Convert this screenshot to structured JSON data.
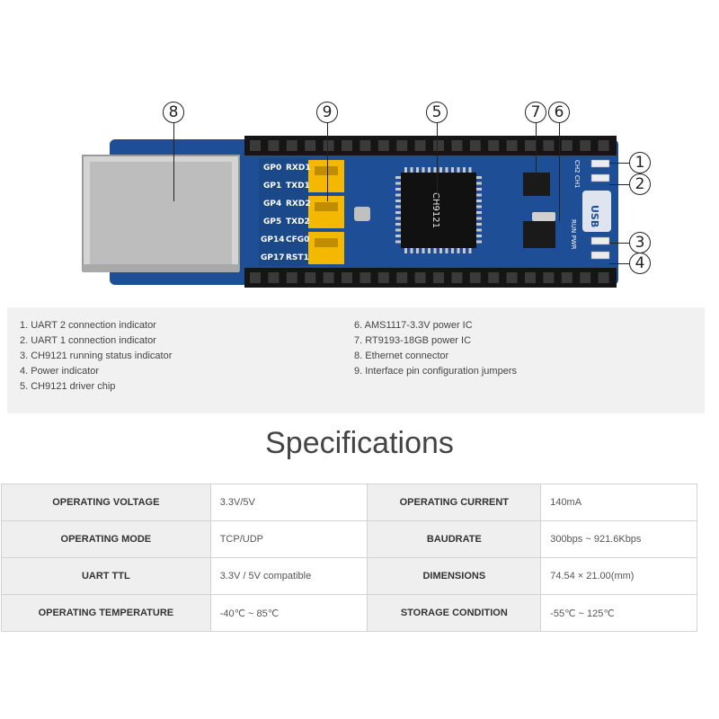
{
  "board": {
    "pin_labels": [
      "GP0",
      "GP1",
      "GP4",
      "GP5",
      "GP14",
      "GP17"
    ],
    "signal_labels": [
      "RXD1",
      "TXD1",
      "RXD2",
      "TXD2",
      "CFG0",
      "RST1"
    ],
    "chip_label": "CH9121",
    "usb_label": "USB",
    "run_pwr_label": "RUN PWR",
    "ch_label": "CH2 CH1"
  },
  "callouts": [
    "8",
    "9",
    "5",
    "7",
    "6",
    "1",
    "2",
    "3",
    "4"
  ],
  "legend": {
    "col1": [
      "1. UART 2 connection indicator",
      "2. UART 1 connection indicator",
      "3. CH9121 running status indicator",
      "4. Power indicator",
      "5. CH9121 driver chip"
    ],
    "col2": [
      "6. AMS1117-3.3V power IC",
      "7. RT9193-18GB power IC",
      "8. Ethernet connector",
      "9. Interface pin configuration jumpers"
    ]
  },
  "specs": {
    "title": "Specifications",
    "rows": [
      {
        "k1": "OPERATING VOLTAGE",
        "v1": "3.3V/5V",
        "k2": "OPERATING CURRENT",
        "v2": "140mA"
      },
      {
        "k1": "OPERATING MODE",
        "v1": "TCP/UDP",
        "k2": "BAUDRATE",
        "v2": "300bps ~ 921.6Kbps"
      },
      {
        "k1": "UART TTL",
        "v1": "3.3V / 5V compatible",
        "k2": "DIMENSIONS",
        "v2": "74.54 × 21.00(mm)"
      },
      {
        "k1": "OPERATING TEMPERATURE",
        "v1": "-40℃ ~ 85℃",
        "k2": "STORAGE CONDITION",
        "v2": "-55℃ ~ 125℃"
      }
    ]
  }
}
